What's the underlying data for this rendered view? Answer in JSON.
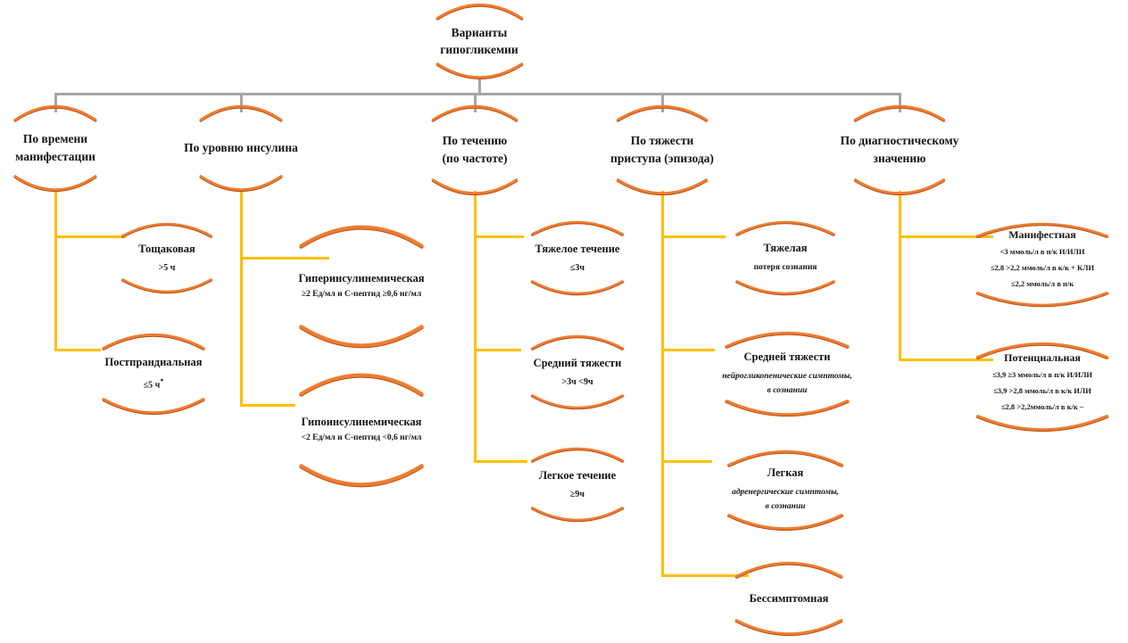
{
  "colors": {
    "arc": "#ED7D31",
    "arc_shadow": "#BB4A0F",
    "connector_gray": "#A6A6A6",
    "connector_yellow": "#FFC000",
    "text": "#151515",
    "background": "#FFFFFF"
  },
  "root": {
    "lines": [
      "Варианты",
      "гипогликемии"
    ]
  },
  "branches": [
    {
      "label_lines": [
        "По времени",
        "манифестации"
      ],
      "children": [
        {
          "title": "Тощаковая",
          "value": ">5 ч"
        },
        {
          "title": "Постпрандиальная",
          "value": "≤5 ч",
          "note": "*"
        }
      ]
    },
    {
      "label_lines": [
        "По уровню инсулина"
      ],
      "children": [
        {
          "title": "Гиперинсулинемическая",
          "value": "≥2 Ед/мл и С-пептид ≥0,6 нг/мл"
        },
        {
          "title": "Гипоинсулинемическая",
          "value": "<2 Ед/мл и С-пептид <0,6 нг/мл"
        }
      ]
    },
    {
      "label_lines": [
        "По течению",
        "(по частоте)"
      ],
      "children": [
        {
          "title": "Тяжелое течение",
          "value": "≤3ч"
        },
        {
          "title": "Средний тяжести",
          "value": ">3ч <9ч"
        },
        {
          "title": "Легкое течение",
          "value": "≥9ч"
        }
      ]
    },
    {
      "label_lines": [
        "По тяжести",
        "приступа (эпизода)"
      ],
      "children": [
        {
          "title": "Тяжелая",
          "value": "потеря сознания"
        },
        {
          "title": "Средней тяжести",
          "value_lines": [
            "нейрогликопенические симптомы,",
            "в сознании"
          ]
        },
        {
          "title": "Легкая",
          "value_lines": [
            "адренергические симптомы,",
            "в сознании"
          ]
        },
        {
          "title": "Бессимптомная"
        }
      ]
    },
    {
      "label_lines": [
        "По диагностическому",
        "значению"
      ],
      "children": [
        {
          "title": "Манифестная",
          "value_lines": [
            "<3 ммоль/л в п/к И/ИЛИ",
            "≤2,8 >2,2 ммоль/л в к/к + КЛИ",
            "≤2,2 ммоль/л в п/к"
          ]
        },
        {
          "title": "Потенциальная",
          "value_lines": [
            "≤3,9 ≥3 ммоль/л в п/к И/ИЛИ",
            "≤3,9 >2,8 ммоль/л в к/к ИЛИ",
            "≤2,8 >2,2ммоль/л в к/к –"
          ]
        }
      ]
    }
  ]
}
